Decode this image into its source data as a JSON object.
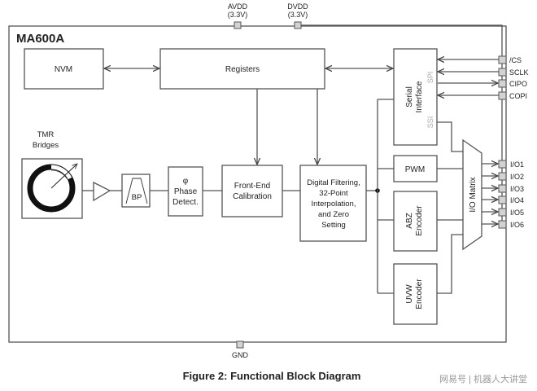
{
  "chip": {
    "name": "MA600A"
  },
  "power_pins": [
    {
      "name": "AVDD",
      "voltage": "(3.3V)"
    },
    {
      "name": "DVDD",
      "voltage": "(3.3V)"
    }
  ],
  "ground_pin": "GND",
  "blocks": {
    "nvm": "NVM",
    "registers": "Registers",
    "tmr_title": [
      "TMR",
      "Bridges"
    ],
    "bp": "BP",
    "phase_symbol": "φ",
    "phase_lines": [
      "Phase",
      "Detect."
    ],
    "frontend_lines": [
      "Front-End",
      "Calibration"
    ],
    "digital_lines": [
      "Digital Filtering,",
      "32-Point",
      "Interpolation,",
      "and Zero",
      "Setting"
    ],
    "serial_lines": [
      "Serial",
      "Interface"
    ],
    "spi_label": "SPI",
    "ssi_label": "SSI",
    "pwm": "PWM",
    "abz_lines": [
      "ABZ",
      "Encoder"
    ],
    "uvw_lines": [
      "UVW",
      "Encoder"
    ],
    "io_matrix": "I/O Matrix"
  },
  "spi_pins": [
    "/CS",
    "SCLK",
    "CIPO",
    "COPI"
  ],
  "io_pins": [
    "I/O1",
    "I/O2",
    "I/O3",
    "I/O4",
    "I/O5",
    "I/O6"
  ],
  "caption": "Figure 2: Functional Block Diagram",
  "watermark": "网易号 | 机器人大讲堂"
}
